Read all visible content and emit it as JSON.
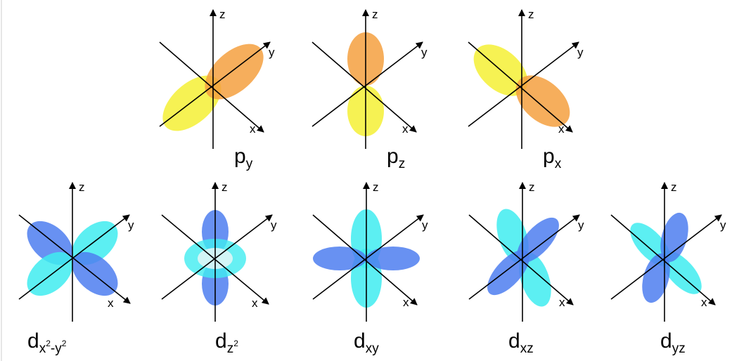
{
  "axes": {
    "z": "z",
    "y": "y",
    "x": "x"
  },
  "colors": {
    "p_positive": "#f5a040",
    "p_negative": "#f5f035",
    "d_blue": "#4d7ef0",
    "d_cyan": "#40ecf0",
    "d_ring": "#40ecf0",
    "d_ring_center": "#d8f6f6"
  },
  "orbitals": [
    {
      "id": "py",
      "name": "p",
      "sub": "y"
    },
    {
      "id": "pz",
      "name": "p",
      "sub": "z"
    },
    {
      "id": "px",
      "name": "p",
      "sub": "x"
    },
    {
      "id": "dx2y2",
      "name": "d",
      "sub1": "x",
      "sup1": "2",
      "mid": "-y",
      "sup2": "2"
    },
    {
      "id": "dz2",
      "name": "d",
      "sub": "z",
      "sup": "2"
    },
    {
      "id": "dxy",
      "name": "d",
      "sub": "xy"
    },
    {
      "id": "dxz",
      "name": "d",
      "sub": "xz"
    },
    {
      "id": "dyz",
      "name": "d",
      "sub": "yz"
    }
  ]
}
